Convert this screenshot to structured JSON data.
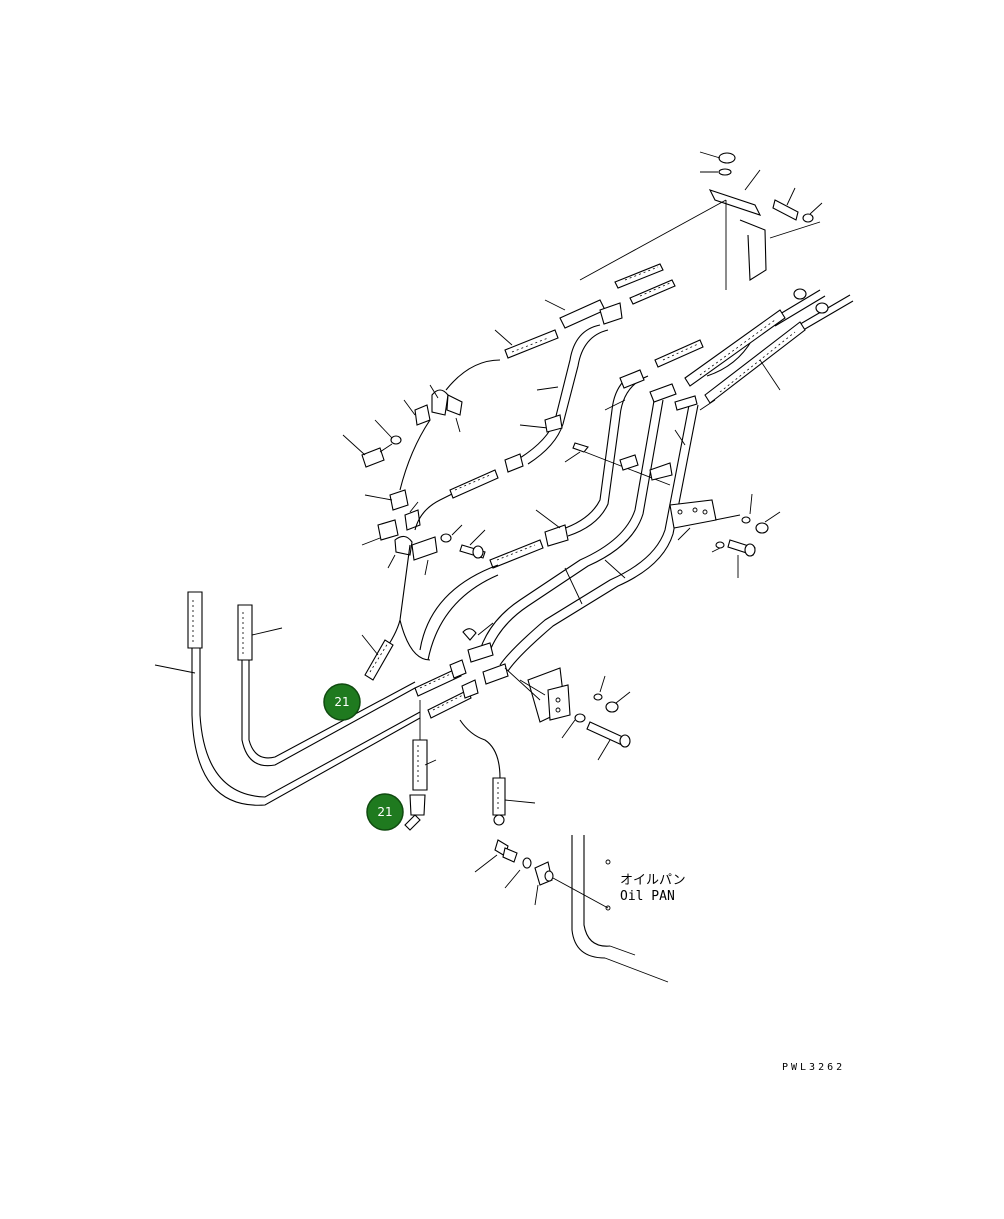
{
  "diagram": {
    "drawing_code": "PWL3262",
    "oil_pan_label_jp": "オイルパン",
    "oil_pan_label_en": "Oil PAN",
    "callouts": [
      {
        "id": "callout-21-upper",
        "number": "21"
      },
      {
        "id": "callout-21-lower",
        "number": "21"
      }
    ],
    "colors": {
      "line": "#000000",
      "callout_fill": "#1f7a1f",
      "callout_text": "#ffffff",
      "background": "#ffffff"
    }
  }
}
